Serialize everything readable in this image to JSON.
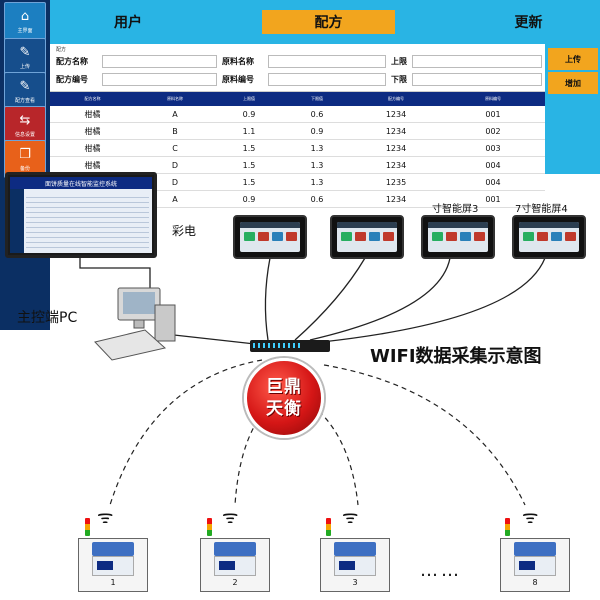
{
  "sidebar": {
    "items": [
      {
        "label": "主界面",
        "icon": "home-icon"
      },
      {
        "label": "上传",
        "icon": "edit-icon"
      },
      {
        "label": "配方查看",
        "icon": "edit-icon"
      },
      {
        "label": "信息设置",
        "icon": "transfer-icon"
      },
      {
        "label": "备份",
        "icon": "copy-icon"
      }
    ]
  },
  "topbar": {
    "user": "用户",
    "formula": "配方",
    "update": "更新"
  },
  "form": {
    "caption": "配方",
    "formula_name": "配方名称",
    "material_name": "原料名称",
    "upper_limit": "上限",
    "formula_no": "配方编号",
    "material_no": "原料编号",
    "lower_limit": "下限"
  },
  "actions": {
    "upload": "上传",
    "add": "增加"
  },
  "table": {
    "headers": [
      "配方名称",
      "原料名称",
      "上限值",
      "下限值",
      "配方编号",
      "原料编号"
    ],
    "rows": [
      [
        "柑橘",
        "A",
        "0.9",
        "0.6",
        "1234",
        "001"
      ],
      [
        "柑橘",
        "B",
        "1.1",
        "0.9",
        "1234",
        "002"
      ],
      [
        "柑橘",
        "C",
        "1.5",
        "1.3",
        "1234",
        "003"
      ],
      [
        "柑橘",
        "D",
        "1.5",
        "1.3",
        "1234",
        "004"
      ],
      [
        "柑橘",
        "D",
        "1.5",
        "1.3",
        "1235",
        "004"
      ],
      [
        "柑橘",
        "A",
        "0.9",
        "0.6",
        "1234",
        "001"
      ]
    ]
  },
  "diagram": {
    "title": "WIFI数据采集示意图",
    "pc_label": "主控端PC",
    "monitor_title": "面饼质量在线智能监控系统",
    "partial_text": "彩电",
    "screens": [
      "寸智能屏3",
      "7寸智能屏4"
    ],
    "logo": [
      "巨鼎",
      "天衡"
    ],
    "scales": [
      "1",
      "2",
      "3",
      "8"
    ],
    "ellipsis": "……"
  }
}
